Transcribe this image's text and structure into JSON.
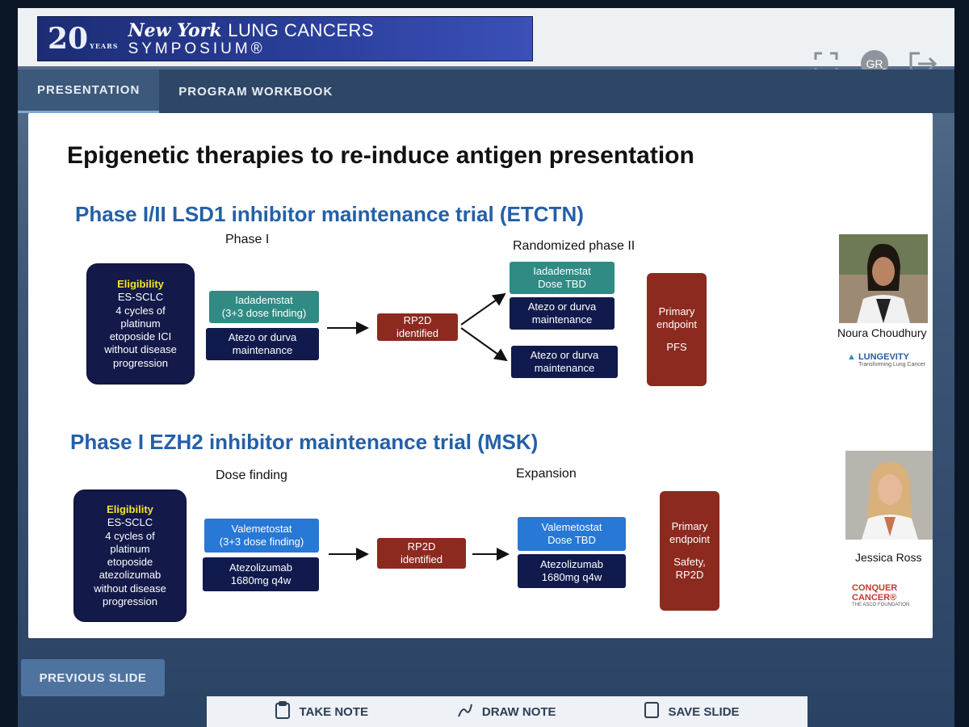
{
  "header": {
    "banner_number": "20",
    "banner_years": "YEARS",
    "banner_title_italic": "New York",
    "banner_title_rest": "LUNG CANCERS",
    "banner_subtitle": "SYMPOSIUM®",
    "avatar_initials": "GR"
  },
  "tabs": [
    {
      "label": "PRESENTATION"
    },
    {
      "label": "PROGRAM WORKBOOK"
    }
  ],
  "slide": {
    "title": "Epigenetic therapies to re-induce antigen presentation",
    "trial1": {
      "title": "Phase I/II LSD1 inhibitor maintenance trial (ETCTN)",
      "phase1_label": "Phase I",
      "phase2_label": "Randomized phase II",
      "eligibility_head": "Eligibility",
      "eligibility_lines": [
        "ES-SCLC",
        "4 cycles of",
        "platinum",
        "etoposide ICI",
        "without disease",
        "progression"
      ],
      "drug1": [
        "Iadademstat",
        "(3+3 dose finding)"
      ],
      "drug2": [
        "Atezo or durva",
        "maintenance"
      ],
      "rp2d": [
        "RP2D",
        "identified"
      ],
      "arm_a_top": [
        "Iadademstat",
        "Dose TBD"
      ],
      "arm_a_bottom": [
        "Atezo or durva",
        "maintenance"
      ],
      "arm_b": [
        "Atezo or durva",
        "maintenance"
      ],
      "endpoint": [
        "Primary",
        "endpoint",
        "",
        "PFS"
      ],
      "person": "Noura Choudhury",
      "logo_main": "LUNGEVITY",
      "logo_sub": "Transforming Lung Cancer"
    },
    "trial2": {
      "title": "Phase I EZH2 inhibitor maintenance trial (MSK)",
      "phase1_label": "Dose finding",
      "phase2_label": "Expansion",
      "eligibility_head": "Eligibility",
      "eligibility_lines": [
        "ES-SCLC",
        "4 cycles of",
        "platinum",
        "etoposide",
        "atezolizumab",
        "without disease",
        "progression"
      ],
      "drug1": [
        "Valemetostat",
        "(3+3 dose finding)"
      ],
      "drug2": [
        "Atezolizumab",
        "1680mg q4w"
      ],
      "rp2d": [
        "RP2D",
        "identified"
      ],
      "exp_top": [
        "Valemetostat",
        "Dose TBD"
      ],
      "exp_bottom": [
        "Atezolizumab",
        "1680mg q4w"
      ],
      "endpoint": [
        "Primary",
        "endpoint",
        "",
        "Safety,",
        "RP2D"
      ],
      "person": "Jessica Ross",
      "logo_main": "CONQUER CANCER®",
      "logo_sub": "THE ASCO FOUNDATION"
    }
  },
  "footer": {
    "prev_label": "PREVIOUS SLIDE",
    "tools": [
      {
        "label": "TAKE NOTE",
        "icon": "clipboard-icon"
      },
      {
        "label": "DRAW NOTE",
        "icon": "draw-icon"
      },
      {
        "label": "SAVE SLIDE",
        "icon": "save-icon"
      }
    ]
  }
}
